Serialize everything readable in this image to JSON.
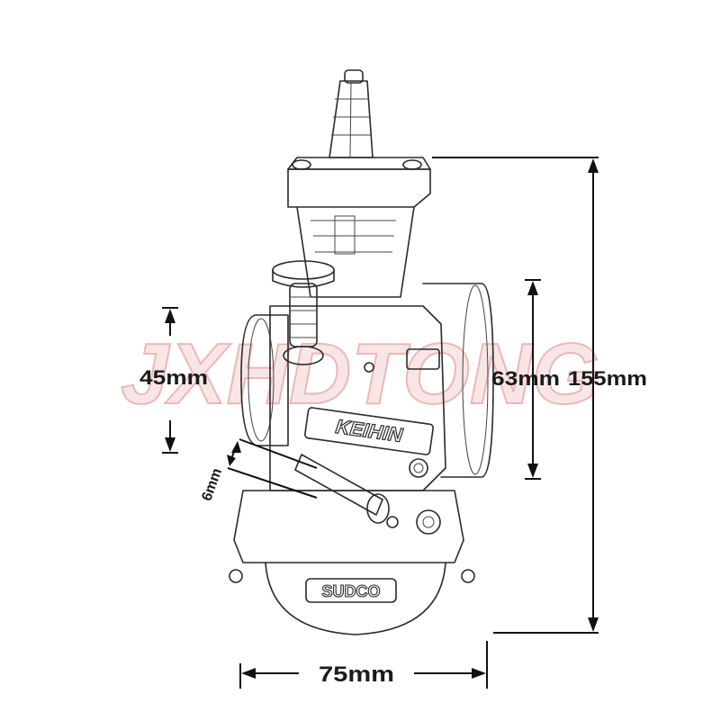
{
  "watermark": {
    "text": "JXHDTONG",
    "color": "#e8a0a0"
  },
  "body_logo": "KEIHIN",
  "bowl_logo": "SUDCO",
  "dimensions": {
    "height_total": "155mm",
    "height_inlet": "63mm",
    "height_outlet": "45mm",
    "width": "75mm",
    "offset": "6mm"
  },
  "colors": {
    "line": "#2a2a2a",
    "dimension": "#111111"
  }
}
